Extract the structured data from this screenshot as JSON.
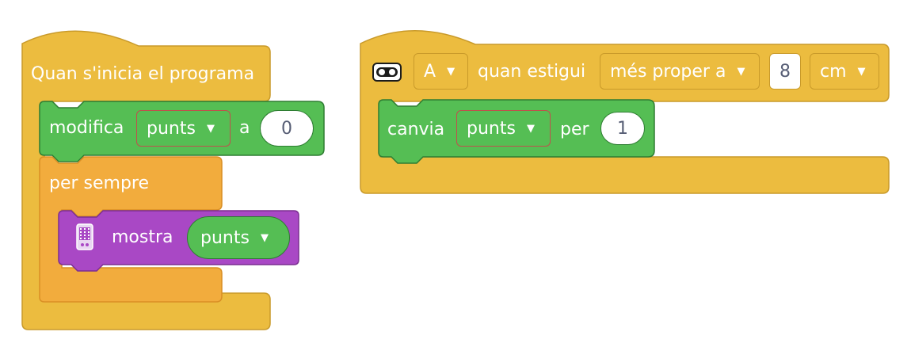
{
  "script1": {
    "hat_label": "Quan s'inicia el programa",
    "set_block": {
      "label": "modifica",
      "variable": "punts",
      "connector": "a",
      "value": "0"
    },
    "forever_block": {
      "label": "per sempre"
    },
    "show_block": {
      "icon": "matrix-display-icon",
      "label": "mostra",
      "reporter": "punts"
    }
  },
  "script2": {
    "hat": {
      "icon": "ultrasonic-sensor-icon",
      "port": "A",
      "label": "quan estigui",
      "comparison": "més proper a",
      "distance": "8",
      "unit": "cm"
    },
    "change_block": {
      "label": "canvia",
      "variable": "punts",
      "connector": "per",
      "value": "1"
    }
  },
  "colors": {
    "events": "#ecbc3f",
    "control": "#f2ac3d",
    "variables": "#55be54",
    "display": "#a948c5"
  }
}
